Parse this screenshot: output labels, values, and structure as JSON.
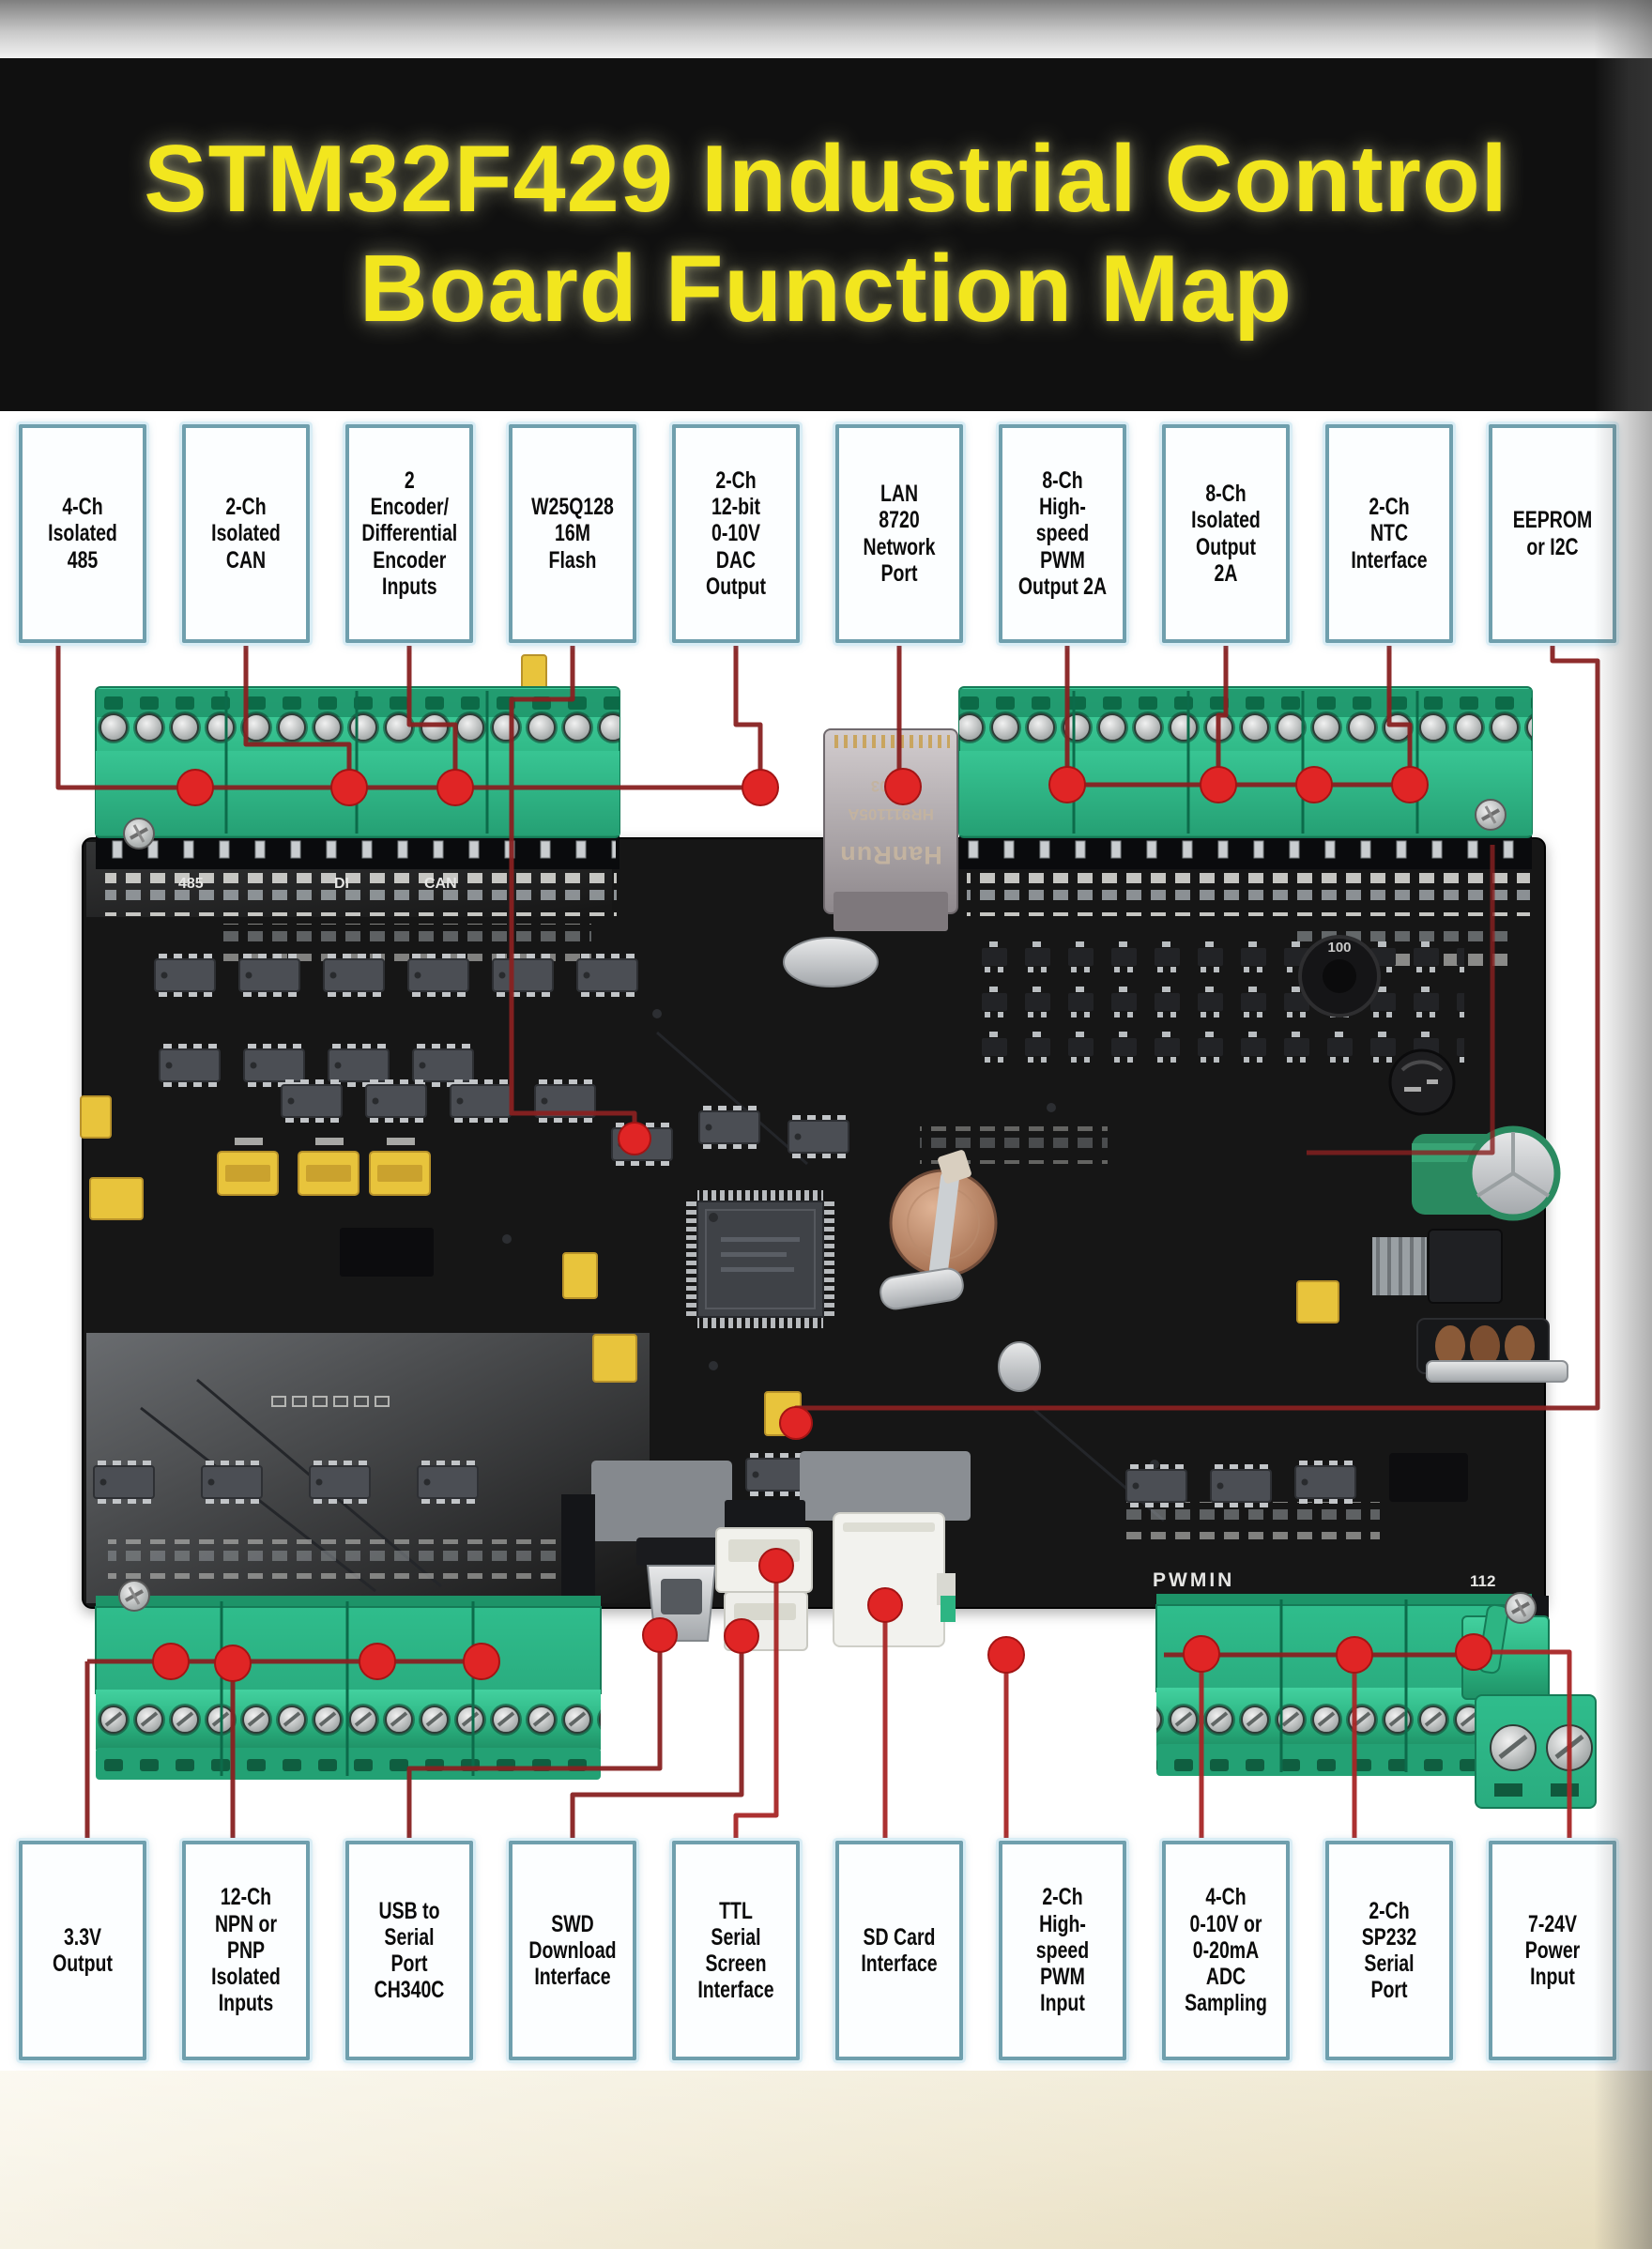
{
  "title": {
    "line1": "STM32F429 Industrial Control",
    "line2": "Board Function Map"
  },
  "top_callouts": [
    {
      "label": "4-Ch\nIsolated\n485"
    },
    {
      "label": "2-Ch\nIsolated\nCAN"
    },
    {
      "label": "2\nEncoder/\nDifferential\nEncoder\nInputs"
    },
    {
      "label": "W25Q128\n16M\nFlash"
    },
    {
      "label": "2-Ch\n12-bit\n0-10V\nDAC\nOutput"
    },
    {
      "label": "LAN\n8720\nNetwork\nPort"
    },
    {
      "label": "8-Ch\nHigh-\nspeed\nPWM\nOutput 2A"
    },
    {
      "label": "8-Ch\nIsolated\nOutput\n2A"
    },
    {
      "label": "2-Ch\nNTC\nInterface"
    },
    {
      "label": "EEPROM\nor I2C"
    }
  ],
  "bottom_callouts": [
    {
      "label": "3.3V\nOutput"
    },
    {
      "label": "12-Ch\nNPN or\nPNP\nIsolated\nInputs"
    },
    {
      "label": "USB to\nSerial\nPort\nCH340C"
    },
    {
      "label": "SWD\nDownload\nInterface"
    },
    {
      "label": "TTL\nSerial\nScreen\nInterface"
    },
    {
      "label": "SD Card\nInterface"
    },
    {
      "label": "2-Ch\nHigh-\nspeed\nPWM\nInput"
    },
    {
      "label": "4-Ch\n0-10V or\n0-20mA\nADC\nSampling"
    },
    {
      "label": "2-Ch\nSP232\nSerial\nPort"
    },
    {
      "label": "7-24V\nPower\nInput"
    }
  ],
  "board": {
    "ethernet_jack": {
      "brand": "HanRun",
      "model": "HR911105A",
      "date_code": "17 03"
    },
    "silkscreen": {
      "port_485": "485",
      "digital_in": "DI",
      "can": "CAN",
      "pwm_in": "PWMIN",
      "board_id": "112",
      "inductor_value": "100"
    }
  },
  "colors": {
    "title_text": "#f2e61e",
    "title_band": "#101010",
    "callout_border": "#6f9fad",
    "connector_line": "#882121",
    "connector_dot": "#e02525",
    "terminal_green": "#2db583",
    "pcb_black": "#141518"
  }
}
